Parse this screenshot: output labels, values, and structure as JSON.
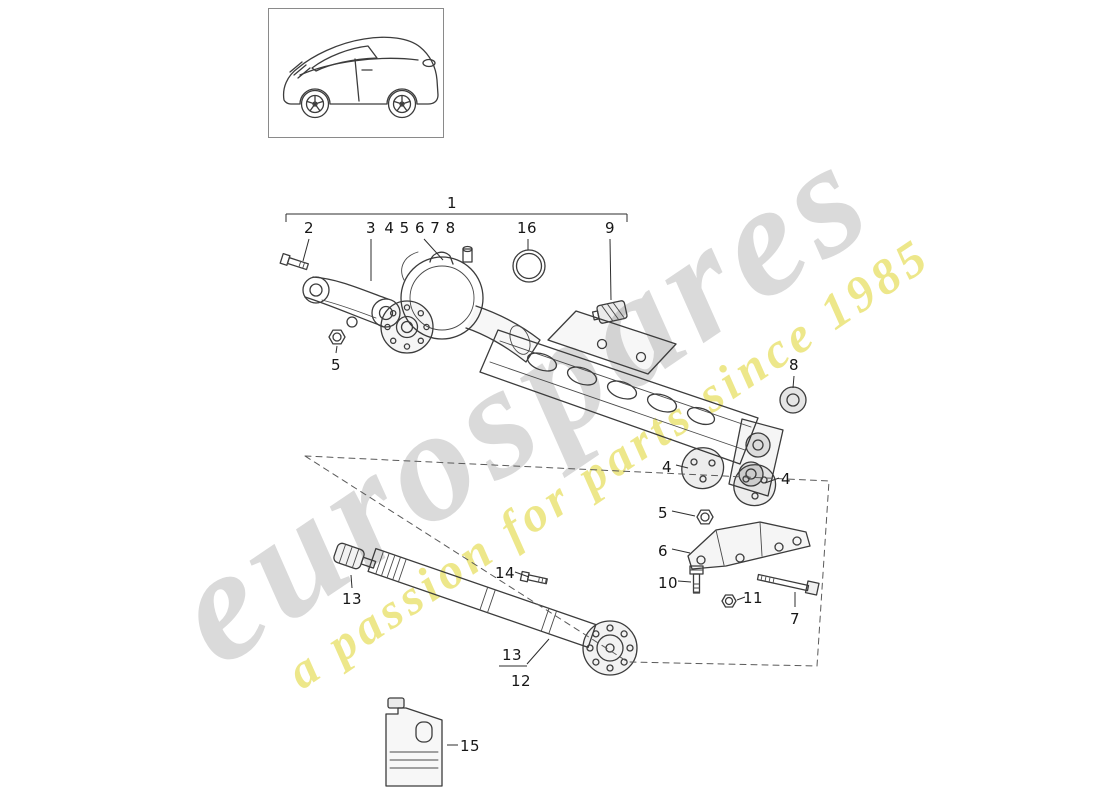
{
  "watermark": {
    "brand": "eurospares",
    "tagline": "a passion for parts since 1985",
    "brand_color": "#d6d6d6",
    "tagline_color": "#e9e26e"
  },
  "colors": {
    "line": "#3c3c3c",
    "background": "#ffffff"
  },
  "callouts": [
    {
      "ref": "assembly",
      "label": "1"
    },
    {
      "ref": "bolt-2",
      "label": "2"
    },
    {
      "ref": "control-arm-3",
      "label": "3"
    },
    {
      "ref": "group-45678",
      "label": "4 5 6 7 8"
    },
    {
      "ref": "sealing-ring-16",
      "label": "16"
    },
    {
      "ref": "holder-9",
      "label": "9"
    },
    {
      "ref": "nut-5-arm",
      "label": "5"
    },
    {
      "ref": "bushing-8",
      "label": "8"
    },
    {
      "ref": "gasket-4-left",
      "label": "4"
    },
    {
      "ref": "gasket-4-right",
      "label": "4"
    },
    {
      "ref": "nut-5-mount",
      "label": "5"
    },
    {
      "ref": "bracket-6",
      "label": "6"
    },
    {
      "ref": "bolt-10",
      "label": "10"
    },
    {
      "ref": "nut-11",
      "label": "11"
    },
    {
      "ref": "bolt-7",
      "label": "7"
    },
    {
      "ref": "damper-13-front",
      "label": "13"
    },
    {
      "ref": "bolt-14",
      "label": "14"
    },
    {
      "ref": "damper-13-shaft",
      "label": "13"
    },
    {
      "ref": "driveshaft-12",
      "label": "12"
    },
    {
      "ref": "oil-15",
      "label": "15"
    }
  ]
}
